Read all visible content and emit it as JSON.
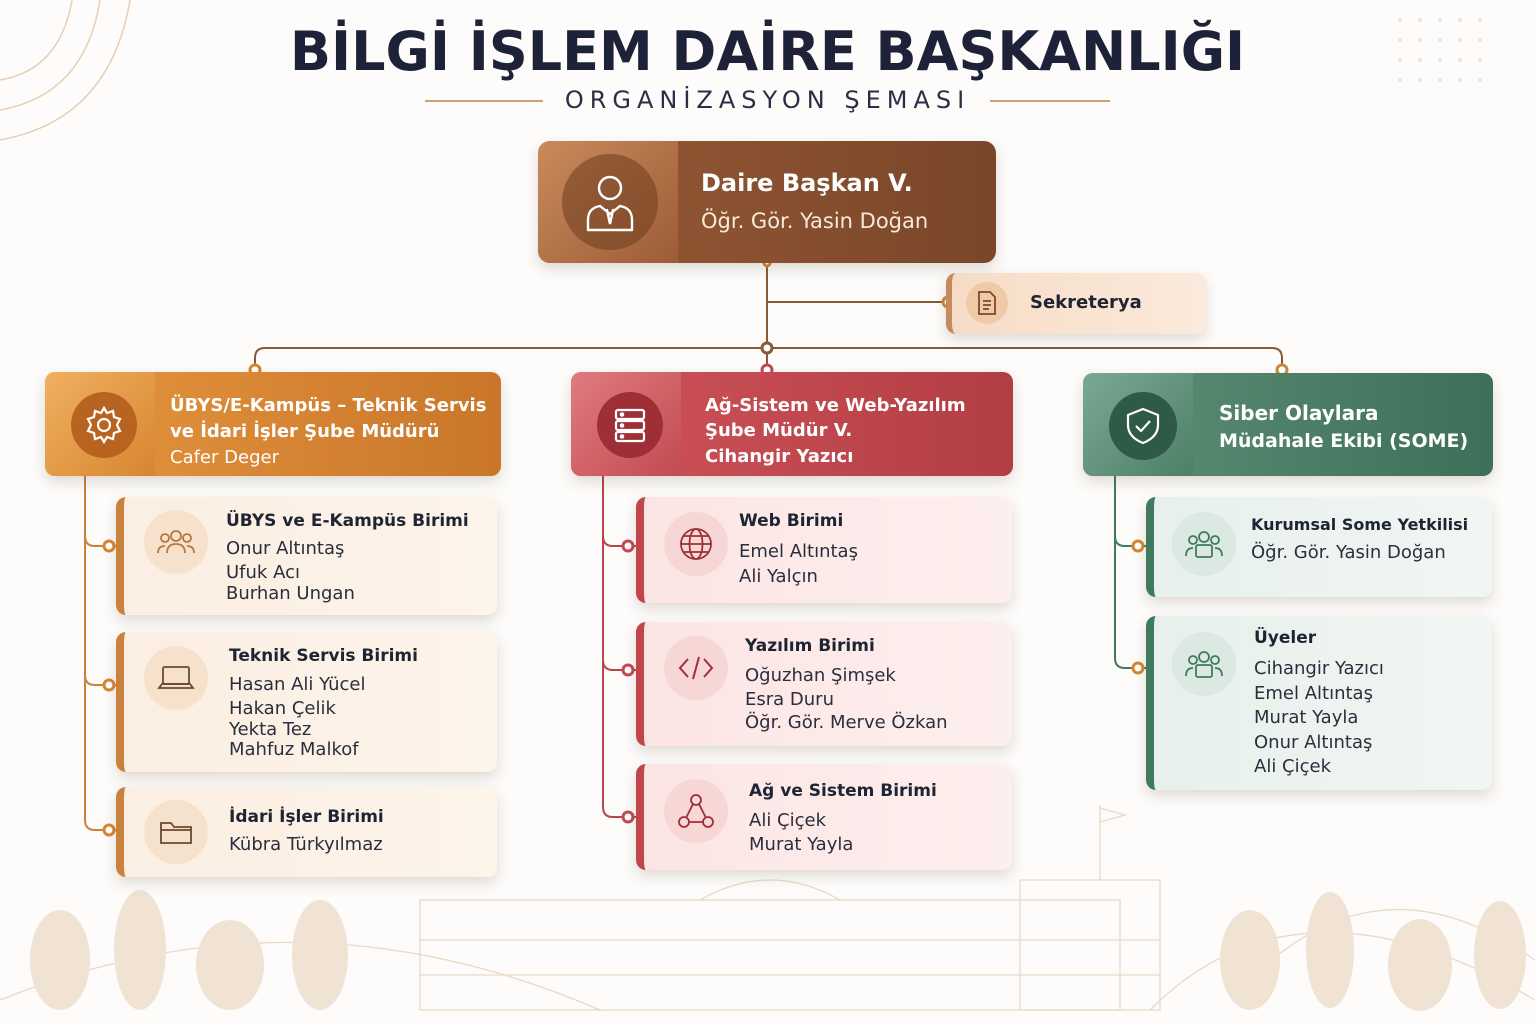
{
  "header": {
    "title": "BİLGİ İŞLEM DAİRE BAŞKANLIĞI",
    "subtitle": "ORGANİZASYON ŞEMASI"
  },
  "colors": {
    "head": "#8e5432",
    "orange": "#d7862f",
    "red": "#c24b52",
    "green": "#4d7f67",
    "connector": "#8a5a34"
  },
  "head": {
    "icon": "person-tie-icon",
    "role": "Daire Başkan V.",
    "name": "Öğr. Gör. Yasin Doğan"
  },
  "secretary": {
    "icon": "document-icon",
    "label": "Sekreterya"
  },
  "branches": [
    {
      "icon": "gear-icon",
      "title_line1": "ÜBYS/E-Kampüs – Teknik Servis",
      "title_line2": "ve İdari İşler Şube Müdürü",
      "person": "Cafer Deger",
      "units": [
        {
          "icon": "users-icon",
          "title": "ÜBYS ve E-Kampüs Birimi",
          "members": [
            "Onur Altıntaş",
            "Ufuk Acı",
            "Burhan Ungan"
          ]
        },
        {
          "icon": "laptop-icon",
          "title": "Teknik Servis Birimi",
          "members": [
            "Hasan Ali Yücel",
            "Hakan Çelik",
            "Yekta Tez",
            "Mahfuz Malkof"
          ]
        },
        {
          "icon": "folder-icon",
          "title": "İdari İşler Birimi",
          "members": [
            "Kübra Türkyılmaz"
          ]
        }
      ]
    },
    {
      "icon": "server-icon",
      "title_line1": "Ağ-Sistem ve Web-Yazılım",
      "title_line2": "Şube Müdür V.",
      "person": "Cihangir Yazıcı",
      "units": [
        {
          "icon": "globe-icon",
          "title": "Web Birimi",
          "members": [
            "Emel Altıntaş",
            "Ali Yalçın"
          ]
        },
        {
          "icon": "code-icon",
          "title": "Yazılım Birimi",
          "members": [
            "Oğuzhan Şimşek",
            "Esra Duru",
            "Öğr. Gör. Merve Özkan"
          ]
        },
        {
          "icon": "network-icon",
          "title": "Ağ ve Sistem Birimi",
          "members": [
            "Ali Çiçek",
            "Murat Yayla"
          ]
        }
      ]
    },
    {
      "icon": "shield-check-icon",
      "title_line1": "Siber Olaylara",
      "title_line2": "Müdahale Ekibi (SOME)",
      "units": [
        {
          "icon": "users-icon",
          "title": "Kurumsal Some Yetkilisi",
          "members": [
            "Öğr. Gör. Yasin Doğan"
          ]
        },
        {
          "icon": "users-icon",
          "title": "Üyeler",
          "members": [
            "Cihangir Yazıcı",
            "Emel Altıntaş",
            "Murat Yayla",
            "Onur Altıntaş",
            "Ali Çiçek"
          ]
        }
      ]
    }
  ]
}
